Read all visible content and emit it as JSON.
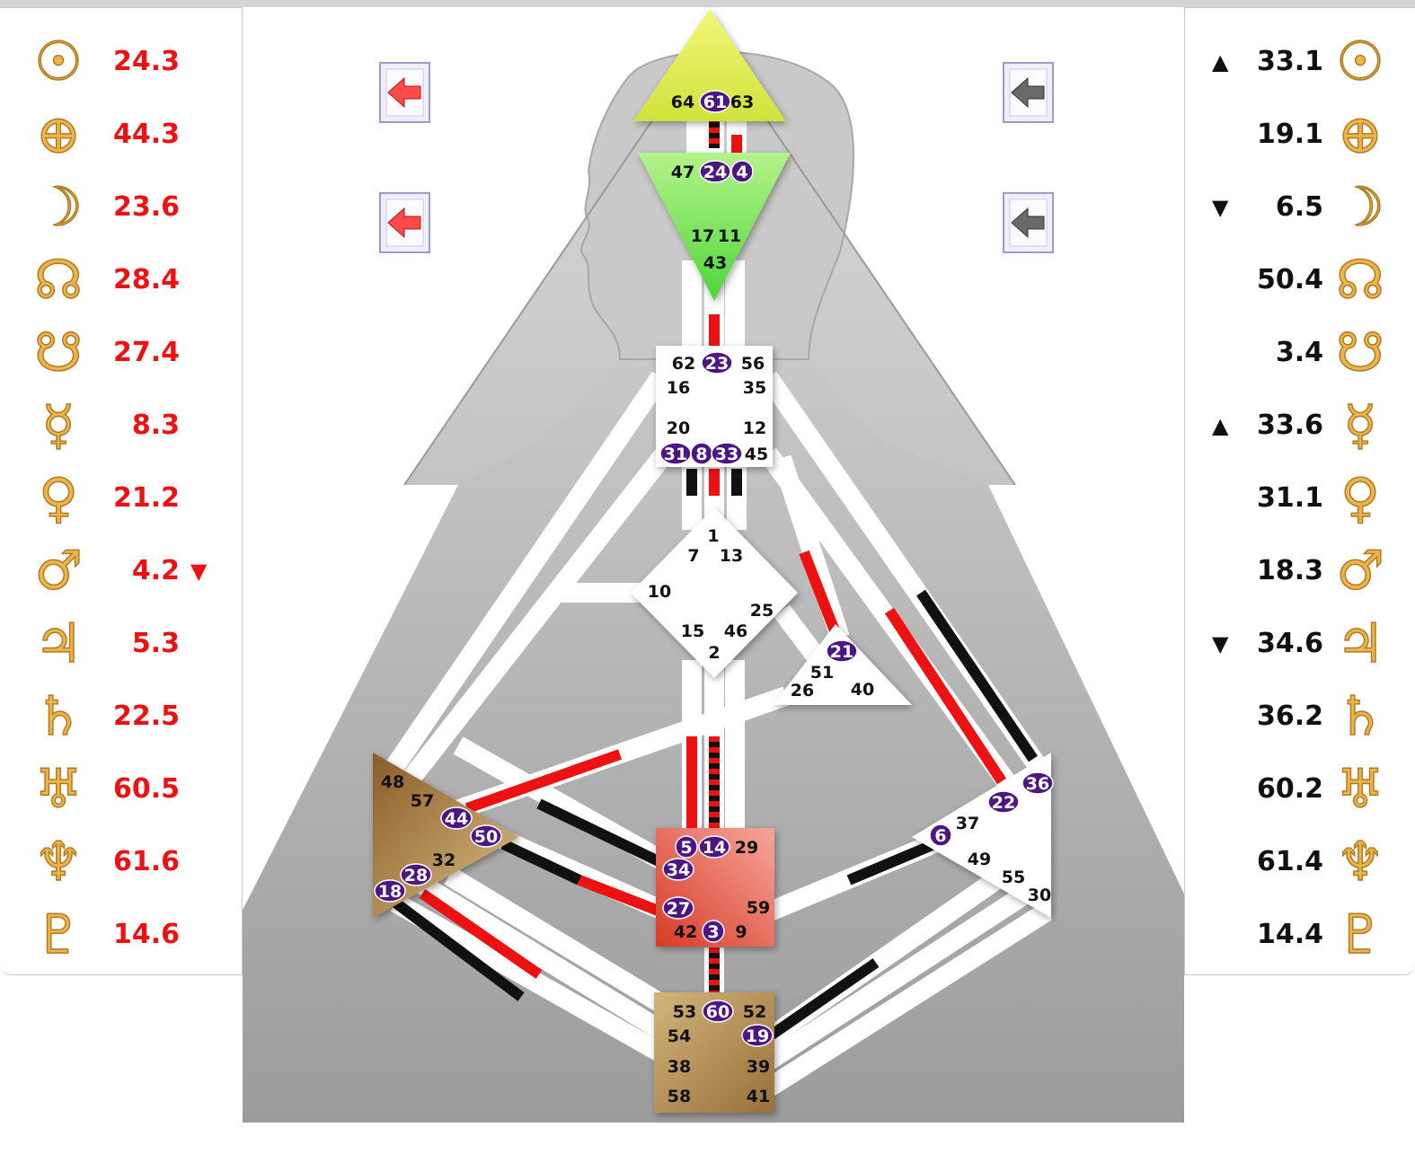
{
  "personality": [
    {
      "planet": "sun-icon",
      "glyph": "☉",
      "value": "24.3",
      "mark": ""
    },
    {
      "planet": "earth-icon",
      "glyph": "⊕",
      "value": "44.3",
      "mark": ""
    },
    {
      "planet": "moon-icon",
      "glyph": "☽",
      "value": "23.6",
      "mark": ""
    },
    {
      "planet": "north-node-icon",
      "glyph": "☊",
      "value": "28.4",
      "mark": ""
    },
    {
      "planet": "south-node-icon",
      "glyph": "☋",
      "value": "27.4",
      "mark": ""
    },
    {
      "planet": "mercury-icon",
      "glyph": "☿",
      "value": "8.3",
      "mark": ""
    },
    {
      "planet": "venus-icon",
      "glyph": "♀",
      "value": "21.2",
      "mark": ""
    },
    {
      "planet": "mars-icon",
      "glyph": "♂",
      "value": "4.2",
      "mark": "▼"
    },
    {
      "planet": "jupiter-icon",
      "glyph": "♃",
      "value": "5.3",
      "mark": ""
    },
    {
      "planet": "saturn-icon",
      "glyph": "♄",
      "value": "22.5",
      "mark": ""
    },
    {
      "planet": "uranus-icon",
      "glyph": "♅",
      "value": "60.5",
      "mark": ""
    },
    {
      "planet": "neptune-icon",
      "glyph": "♆",
      "value": "61.6",
      "mark": ""
    },
    {
      "planet": "pluto-icon",
      "glyph": "♇",
      "value": "14.6",
      "mark": ""
    }
  ],
  "design": [
    {
      "planet": "sun-icon",
      "glyph": "☉",
      "value": "33.1",
      "mark": "▲"
    },
    {
      "planet": "earth-icon",
      "glyph": "⊕",
      "value": "19.1",
      "mark": ""
    },
    {
      "planet": "moon-icon",
      "glyph": "☽",
      "value": "6.5",
      "mark": "▼"
    },
    {
      "planet": "north-node-icon",
      "glyph": "☊",
      "value": "50.4",
      "mark": ""
    },
    {
      "planet": "south-node-icon",
      "glyph": "☋",
      "value": "3.4",
      "mark": ""
    },
    {
      "planet": "mercury-icon",
      "glyph": "☿",
      "value": "33.6",
      "mark": "▲"
    },
    {
      "planet": "venus-icon",
      "glyph": "♀",
      "value": "31.1",
      "mark": ""
    },
    {
      "planet": "mars-icon",
      "glyph": "♂",
      "value": "18.3",
      "mark": ""
    },
    {
      "planet": "jupiter-icon",
      "glyph": "♃",
      "value": "34.6",
      "mark": "▼"
    },
    {
      "planet": "saturn-icon",
      "glyph": "♄",
      "value": "36.2",
      "mark": ""
    },
    {
      "planet": "uranus-icon",
      "glyph": "♅",
      "value": "60.2",
      "mark": ""
    },
    {
      "planet": "neptune-icon",
      "glyph": "♆",
      "value": "61.4",
      "mark": ""
    },
    {
      "planet": "pluto-icon",
      "glyph": "♇",
      "value": "14.4",
      "mark": ""
    }
  ],
  "colors": {
    "personality_red": "#ee1111",
    "design_black": "#111111",
    "gate_badge": "#4b1584",
    "head_center": "#e0ee60",
    "ajna_center": "#8ee84a",
    "sacral_center": "#e4503c",
    "root_center": "#b08a50",
    "spleen_center": "#a8783c",
    "undefined_center": "#ffffff"
  },
  "bodygraph": {
    "gates_plain": [
      "64",
      "63",
      "47",
      "17",
      "11",
      "43",
      "62",
      "56",
      "16",
      "35",
      "20",
      "12",
      "45",
      "1",
      "7",
      "13",
      "10",
      "25",
      "15",
      "46",
      "2",
      "51",
      "26",
      "40",
      "48",
      "57",
      "32",
      "37",
      "49",
      "55",
      "30",
      "29",
      "59",
      "9",
      "42",
      "53",
      "52",
      "54",
      "38",
      "58",
      "39",
      "41"
    ],
    "gates_activated": [
      "61",
      "24",
      "4",
      "23",
      "31",
      "8",
      "33",
      "21",
      "44",
      "50",
      "28",
      "18",
      "36",
      "22",
      "6",
      "5",
      "14",
      "34",
      "27",
      "3",
      "60",
      "19"
    ]
  },
  "nav": {
    "left_top": "prev-personality-button",
    "left_bottom": "prev-design-button",
    "right_top": "next-personality-button",
    "right_bottom": "next-design-button"
  }
}
